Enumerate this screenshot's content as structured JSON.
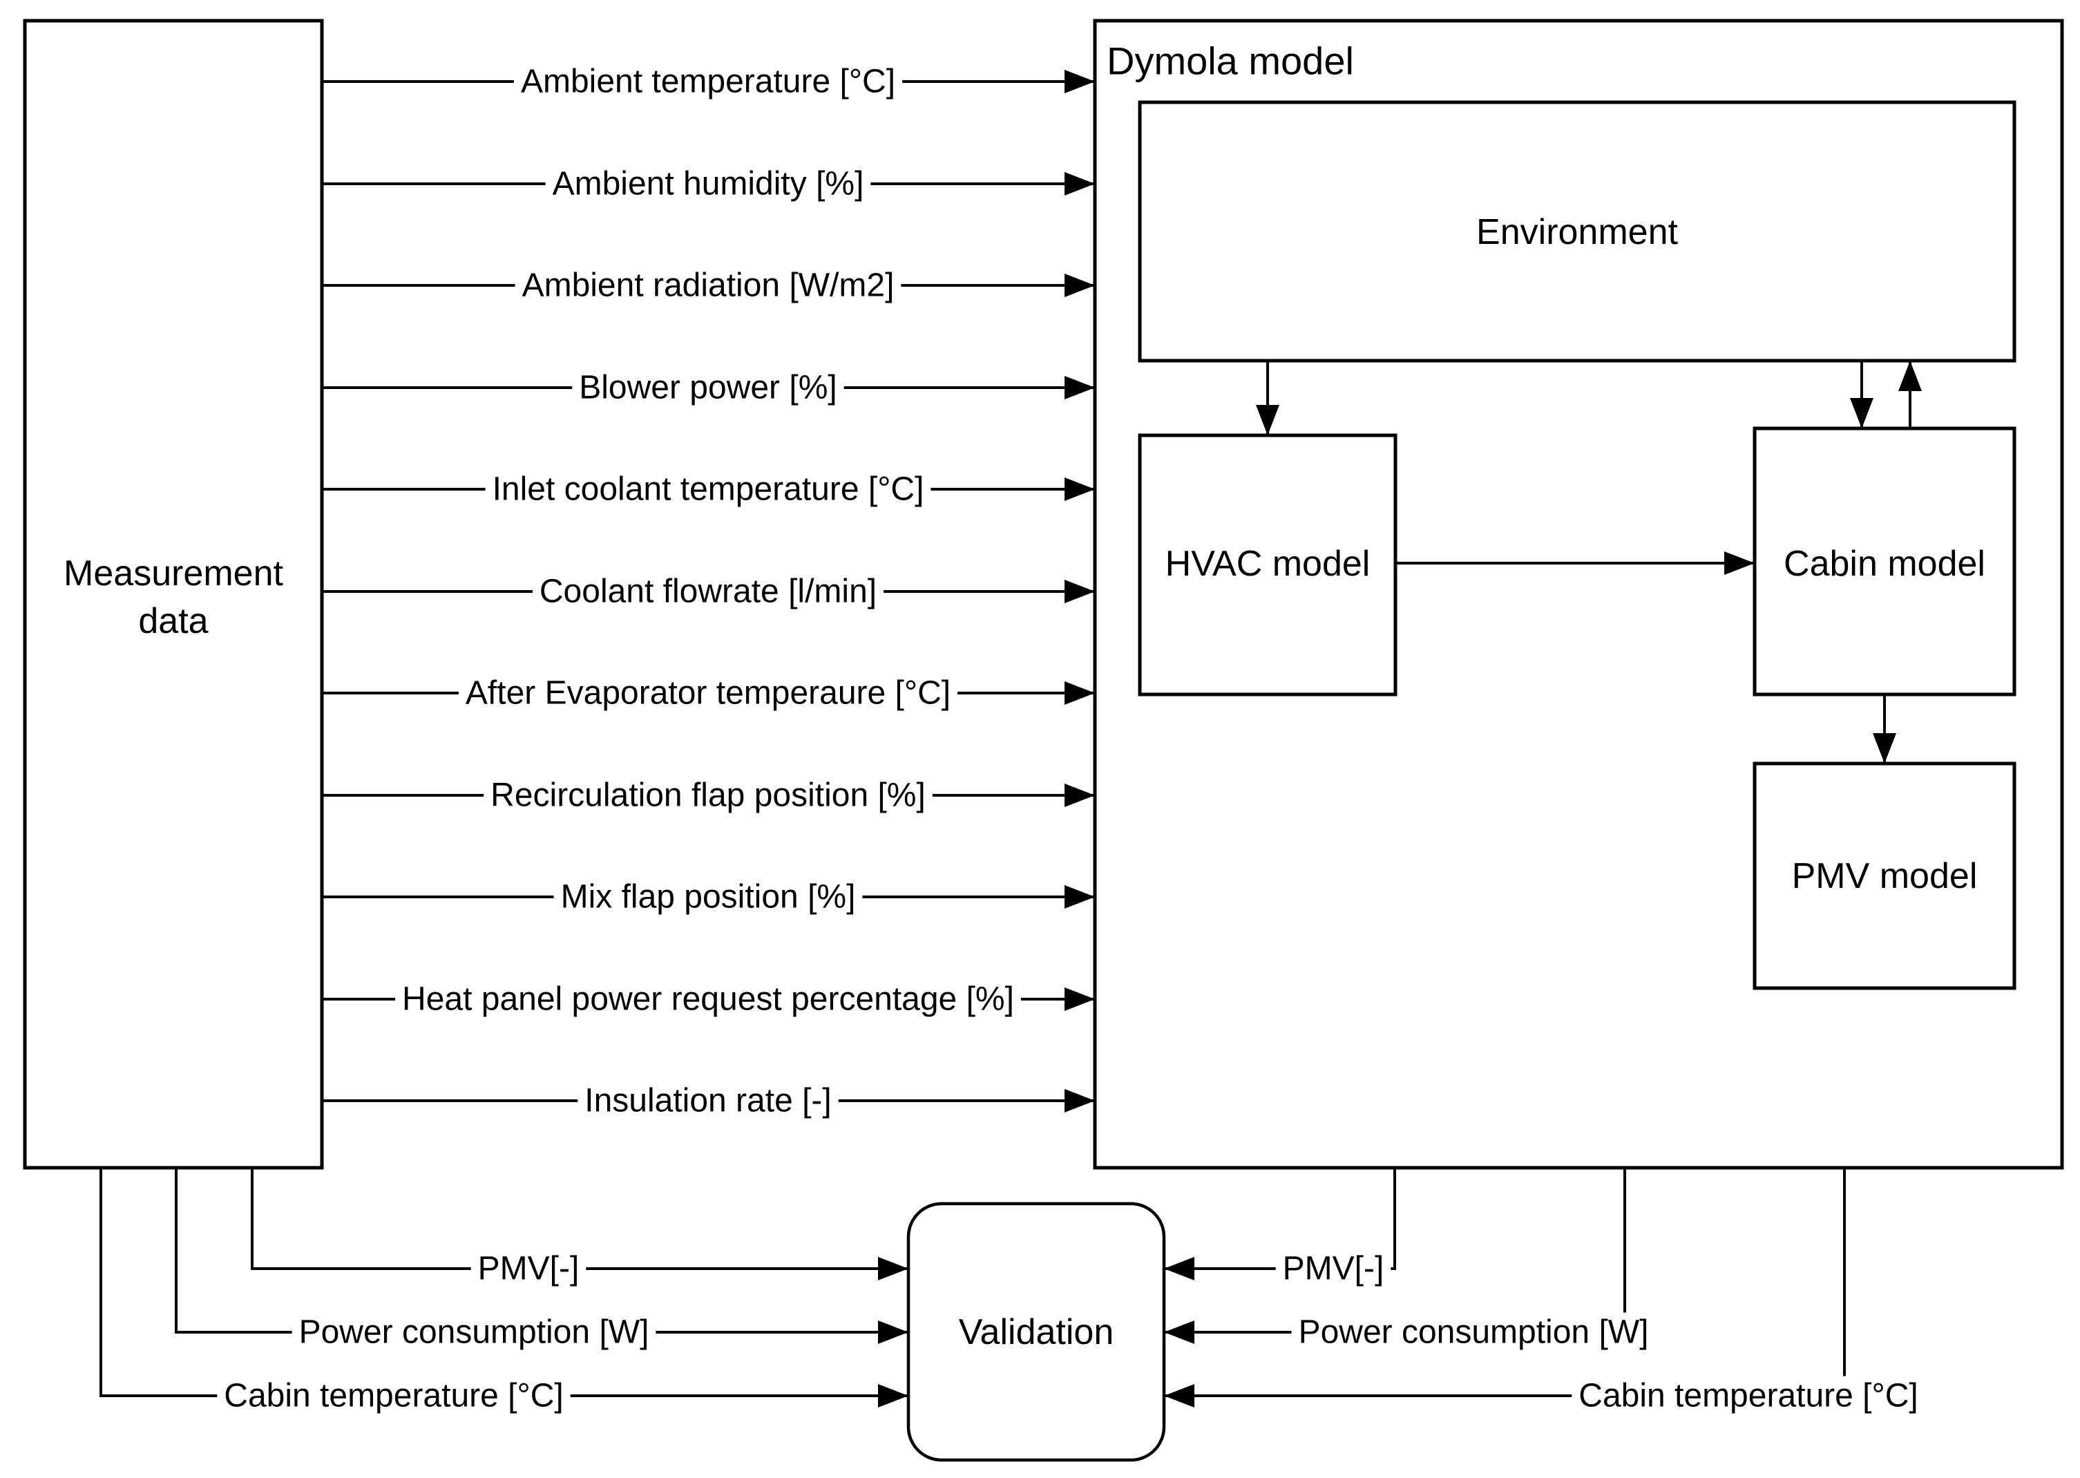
{
  "boxes": {
    "measurement": {
      "label_line1": "Measurement",
      "label_line2": "data"
    },
    "dymola": {
      "label": "Dymola model"
    },
    "environment": {
      "label": "Environment"
    },
    "hvac": {
      "label": "HVAC model"
    },
    "cabin": {
      "label": "Cabin model"
    },
    "pmv": {
      "label": "PMV model"
    },
    "validation": {
      "label": "Validation"
    }
  },
  "measurement_to_dymola_inputs": [
    "Ambient temperature [°C]",
    "Ambient humidity [%]",
    "Ambient radiation [W/m2]",
    "Blower power [%]",
    "Inlet coolant temperature [°C]",
    "Coolant flowrate [l/min]",
    "After Evaporator temperaure [°C]",
    "Recirculation flap position [%]",
    "Mix flap position [%]",
    "Heat panel power request percentage [%]",
    "Insulation rate [-]"
  ],
  "measurement_to_validation_outputs": [
    "PMV[-]",
    "Power consumption [W]",
    "Cabin temperature [°C]"
  ],
  "dymola_to_validation_outputs": [
    "PMV[-]",
    "Power consumption [W]",
    "Cabin temperature [°C]"
  ],
  "colors": {
    "stroke": "#000000",
    "box_fill": "#ffffff",
    "background": "#ffffff",
    "text": "#000000"
  }
}
